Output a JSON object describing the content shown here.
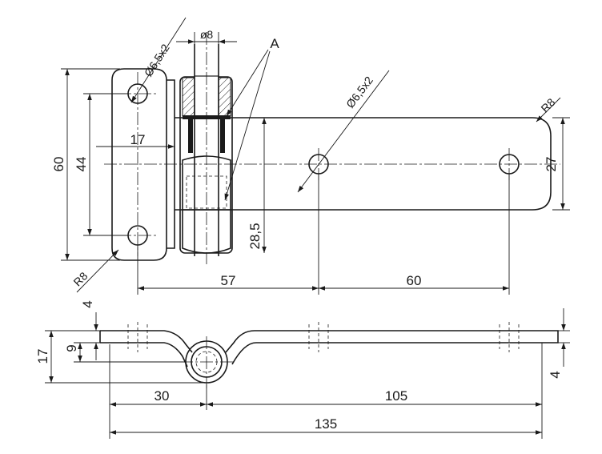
{
  "drawing": {
    "dimensions": {
      "d_hole_top_left": "Ø6,5x2",
      "d_pin": "ø8",
      "label_a": "A",
      "d_hole_leaf": "Ø6,5x2",
      "r_leaf_end": "R8",
      "r_base_corner": "R8",
      "height_total": "60",
      "hole_spacing_vertical": "44",
      "offset_17": "17",
      "leaf_width": "27",
      "pin_height": "28,5",
      "hole_spacing_57": "57",
      "hole_spacing_60": "60",
      "thickness_4_top": "4",
      "height_17_side": "17",
      "height_9_side": "9",
      "thickness_4_right": "4",
      "length_30": "30",
      "length_105": "105",
      "length_135": "135"
    }
  }
}
